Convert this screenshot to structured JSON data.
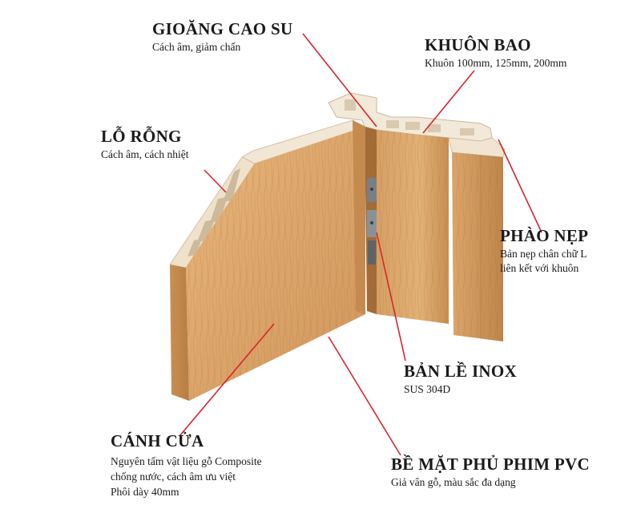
{
  "colors": {
    "leader_line": "#d8262f",
    "wood_light": "#e6b67c",
    "wood_mid": "#d39b5e",
    "wood_dark": "#b97d43",
    "cream": "#f3e9d8",
    "text": "#1a1a1a"
  },
  "labels": {
    "gioang_cao_su": {
      "title": "GIOĂNG CAO SU",
      "desc": "Cách âm, giảm chấn"
    },
    "khuon_bao": {
      "title": "KHUÔN BAO",
      "desc": "Khuôn 100mm, 125mm, 200mm"
    },
    "lo_rong": {
      "title": "LỖ RỖNG",
      "desc": "Cách âm, cách nhiệt"
    },
    "phao_nep": {
      "title": "PHÀO NẸP",
      "desc_1": "Bản nẹp chân chữ L",
      "desc_2": "liên kết với khuôn"
    },
    "ban_le_inox": {
      "title": "BẢN LỀ INOX",
      "desc": "SUS 304D"
    },
    "canh_cua": {
      "title": "CÁNH CỬA",
      "desc_1": "Nguyên tấm vật liệu gỗ Composite",
      "desc_2": "chống nước, cách âm ưu việt",
      "desc_3": "Phôi dày 40mm"
    },
    "be_mat_phu_phim_pvc": {
      "title": "BỀ MẶT PHỦ PHIM PVC",
      "desc": "Giả vân gỗ, màu sắc đa dạng"
    }
  }
}
